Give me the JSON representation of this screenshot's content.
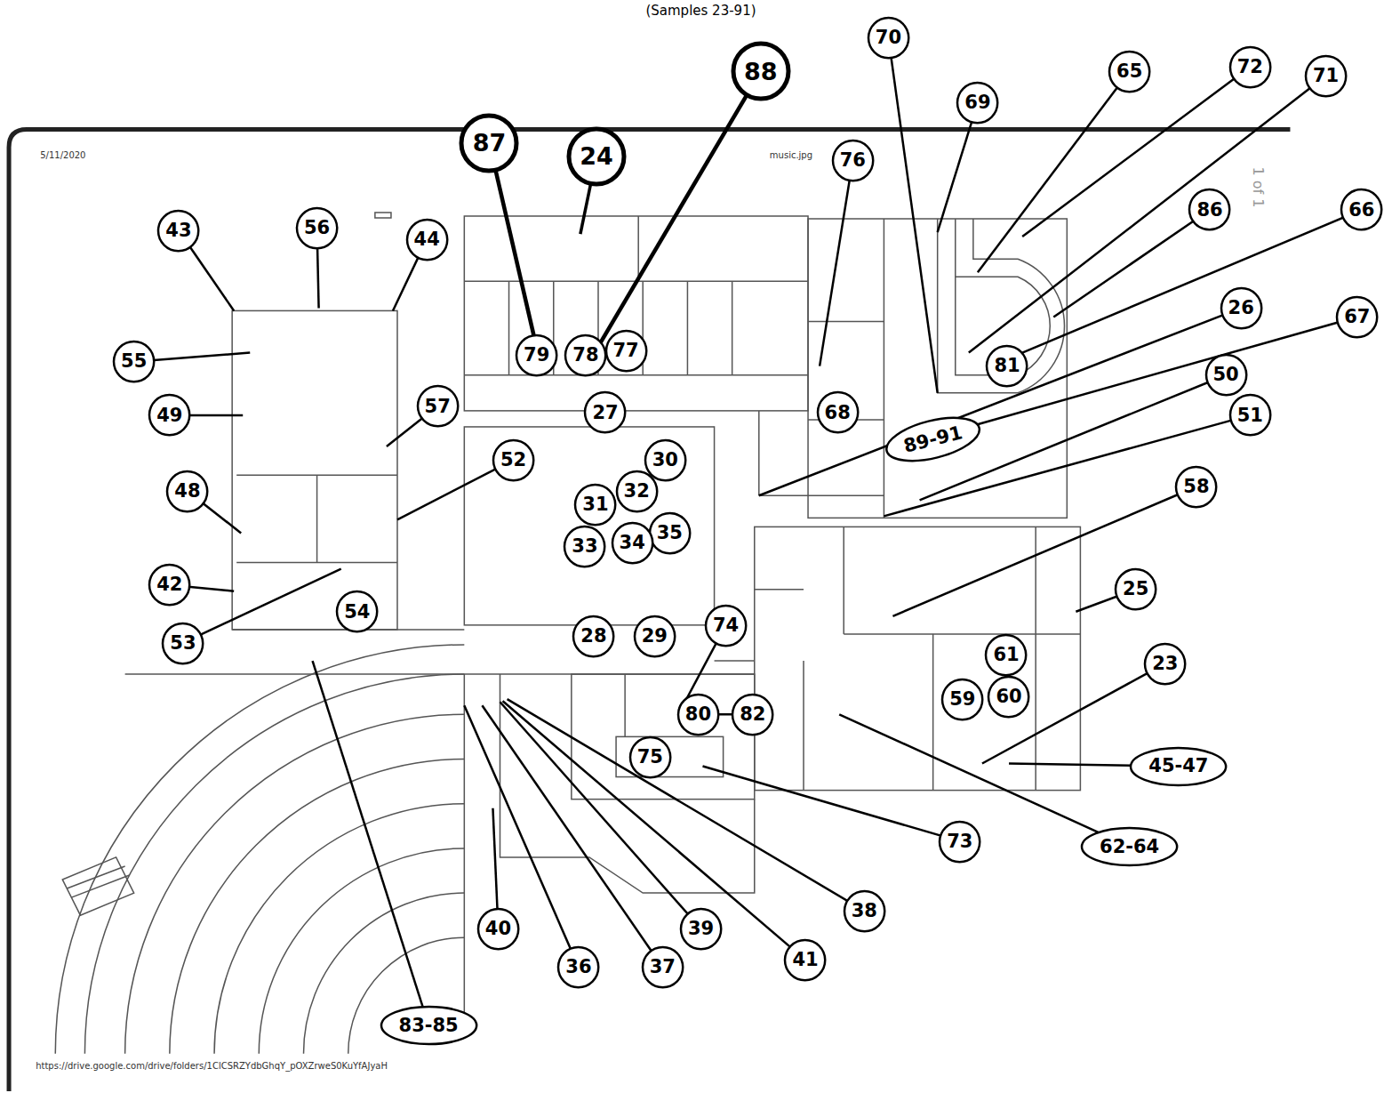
{
  "diagram": {
    "title": "(Samples 23-91)",
    "nodes": [
      {
        "text": [
          "70"
        ]
      },
      {
        "text": [
          "88"
        ]
      },
      {
        "text": [
          "65"
        ]
      },
      {
        "text": [
          "72"
        ]
      },
      {
        "text": [
          "71"
        ]
      },
      {
        "text": [
          "69"
        ]
      },
      {
        "text": [
          "87"
        ]
      },
      {
        "text": [
          "24"
        ]
      },
      {
        "text": [
          "76"
        ]
      },
      {
        "text": [
          "86"
        ]
      },
      {
        "text": [
          "66"
        ]
      },
      {
        "text": [
          "43"
        ]
      },
      {
        "text": [
          "56"
        ]
      },
      {
        "text": [
          "44"
        ]
      },
      {
        "text": [
          "55"
        ]
      },
      {
        "text": [
          "26"
        ]
      },
      {
        "text": [
          "67"
        ]
      },
      {
        "text": [
          "79"
        ]
      },
      {
        "text": [
          "78"
        ]
      },
      {
        "text": [
          "77"
        ]
      },
      {
        "text": [
          "49"
        ]
      },
      {
        "text": [
          "57"
        ]
      },
      {
        "text": [
          "81"
        ]
      },
      {
        "text": [
          "50"
        ]
      },
      {
        "text": [
          "27"
        ]
      },
      {
        "text": [
          "68"
        ]
      },
      {
        "text": [
          "89-91"
        ]
      },
      {
        "text": [
          "51"
        ]
      },
      {
        "text": [
          "52"
        ]
      },
      {
        "text": [
          "30"
        ]
      },
      {
        "text": [
          "48"
        ]
      },
      {
        "text": [
          "32"
        ]
      },
      {
        "text": [
          "31"
        ]
      },
      {
        "text": [
          "58"
        ]
      },
      {
        "text": [
          "35"
        ]
      },
      {
        "text": [
          "33"
        ]
      },
      {
        "text": [
          "34"
        ]
      },
      {
        "text": [
          "25"
        ]
      },
      {
        "text": [
          "42"
        ]
      },
      {
        "text": [
          "54"
        ]
      },
      {
        "text": [
          "28"
        ]
      },
      {
        "text": [
          "29"
        ]
      },
      {
        "text": [
          "74"
        ]
      },
      {
        "text": [
          "53"
        ]
      },
      {
        "text": [
          "61"
        ]
      },
      {
        "text": [
          "23"
        ]
      },
      {
        "text": [
          "80"
        ]
      },
      {
        "text": [
          "82"
        ]
      },
      {
        "text": [
          "60"
        ]
      },
      {
        "text": [
          "59"
        ]
      },
      {
        "text": [
          "45-47"
        ]
      },
      {
        "text": [
          "75"
        ]
      },
      {
        "text": [
          "73"
        ]
      },
      {
        "text": [
          "62-64"
        ]
      },
      {
        "text": [
          "40"
        ]
      },
      {
        "text": [
          "38"
        ]
      },
      {
        "text": [
          "36"
        ]
      },
      {
        "text": [
          "39"
        ]
      },
      {
        "text": [
          "37"
        ]
      },
      {
        "text": [
          "41"
        ]
      },
      {
        "text": [
          "83-85"
        ]
      }
    ],
    "labels": [
      "5/11/2020",
      "music.jpg",
      "1 of 1",
      "https://drive.google.com/drive/folders/1ClCSRZYdbGhqY_pOXZrweS0KuYfAJyaH"
    ]
  }
}
